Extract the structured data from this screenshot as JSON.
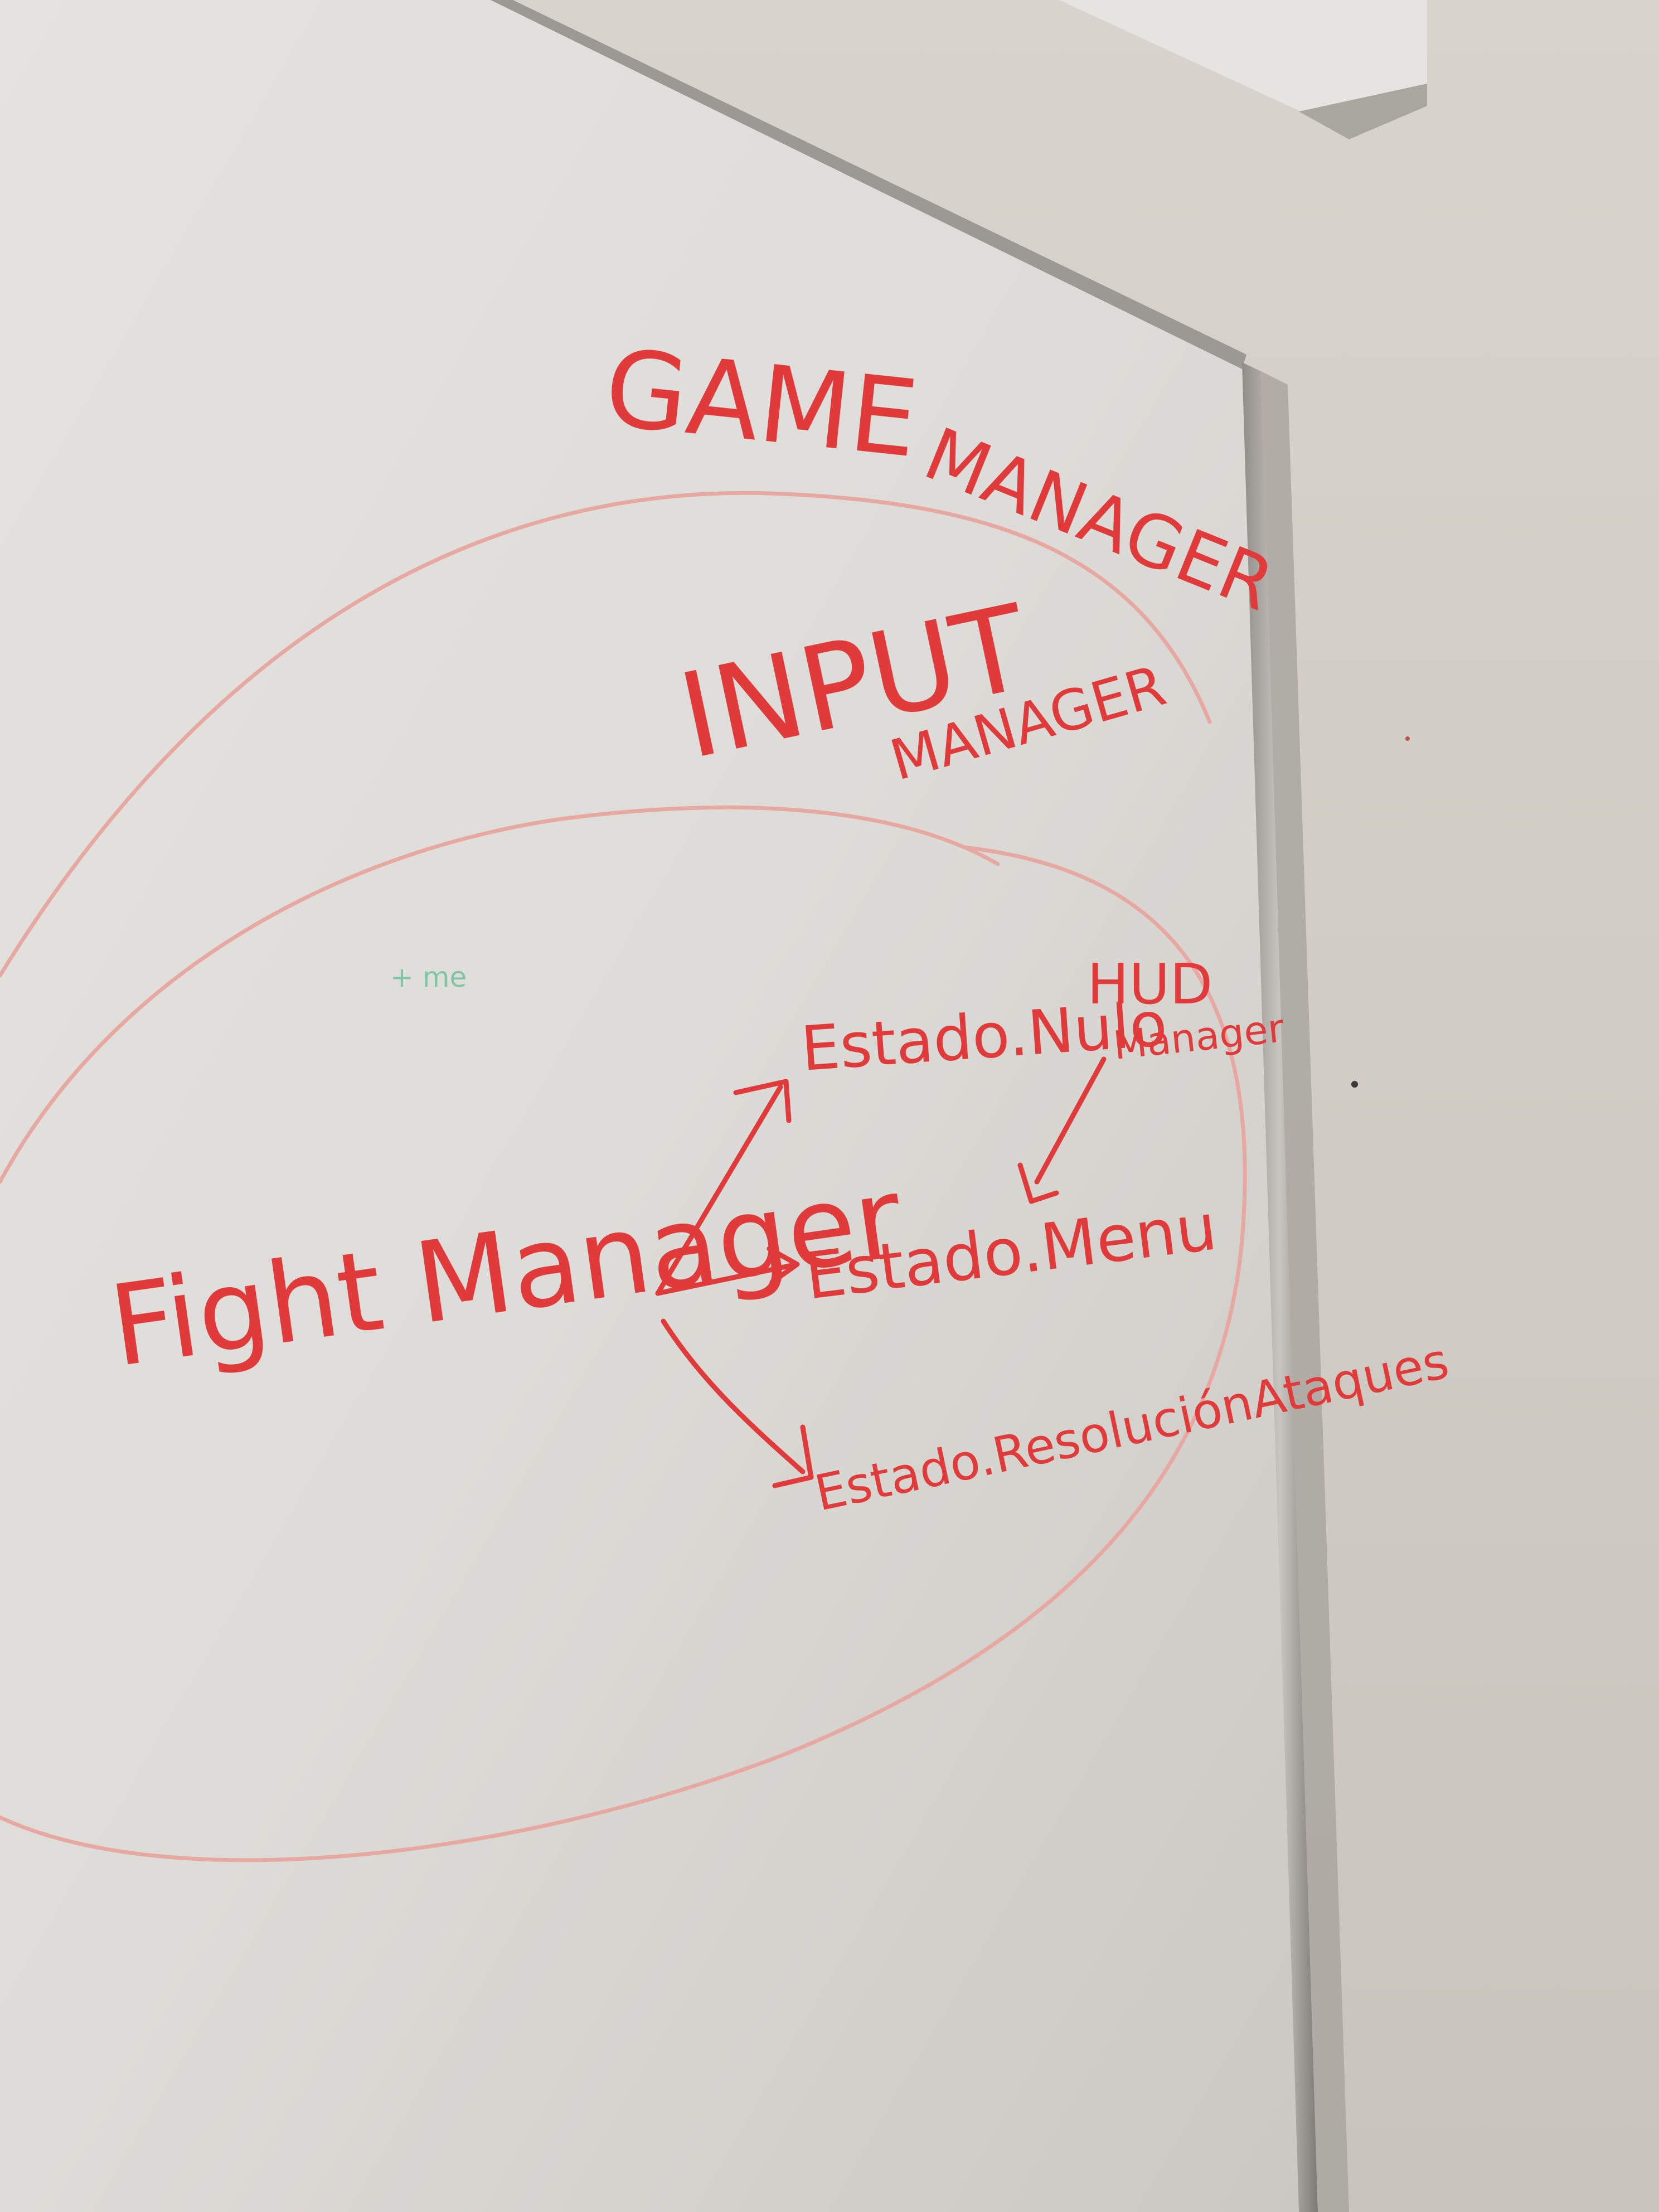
{
  "whiteboard": {
    "outer_group": {
      "title_line1": "GAME",
      "title_line2": "MANAGER"
    },
    "input_manager": {
      "big_letter_text": "INPUT",
      "subtitle": "MANAGER"
    },
    "fight_manager": {
      "label": "Fight Manager"
    },
    "states": [
      {
        "label": "Estado.Nulo"
      },
      {
        "label": "Estado.Menu"
      },
      {
        "label": "Estado.ResoluciónAtaques"
      }
    ],
    "hud_manager": {
      "line1": "HUD",
      "line2": "Manager"
    },
    "faint_green_note": "+ me",
    "ink_color": "#e03a3a",
    "ink_faint_color": "#e8a8a2",
    "green_ink_color": "#6bbf9a"
  }
}
